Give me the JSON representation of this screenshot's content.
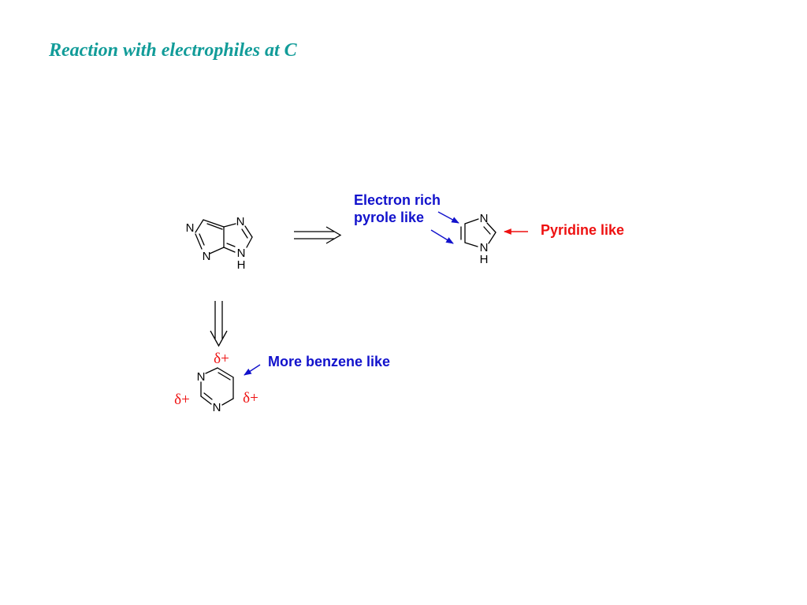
{
  "slide": {
    "title": "Reaction with electrophiles at C"
  },
  "atoms": {
    "n": "N",
    "nh_n": "N",
    "h": "H"
  },
  "labels": {
    "electron_rich_line1": "Electron rich",
    "electron_rich_line2": "pyrole like",
    "pyridine_like": "Pyridine like",
    "more_benzene_like": "More benzene like"
  },
  "charges": {
    "delta_plus": "δ+"
  },
  "colors": {
    "title": "#129c99",
    "blue_label": "#1212cc",
    "red_label": "#ee1111"
  }
}
